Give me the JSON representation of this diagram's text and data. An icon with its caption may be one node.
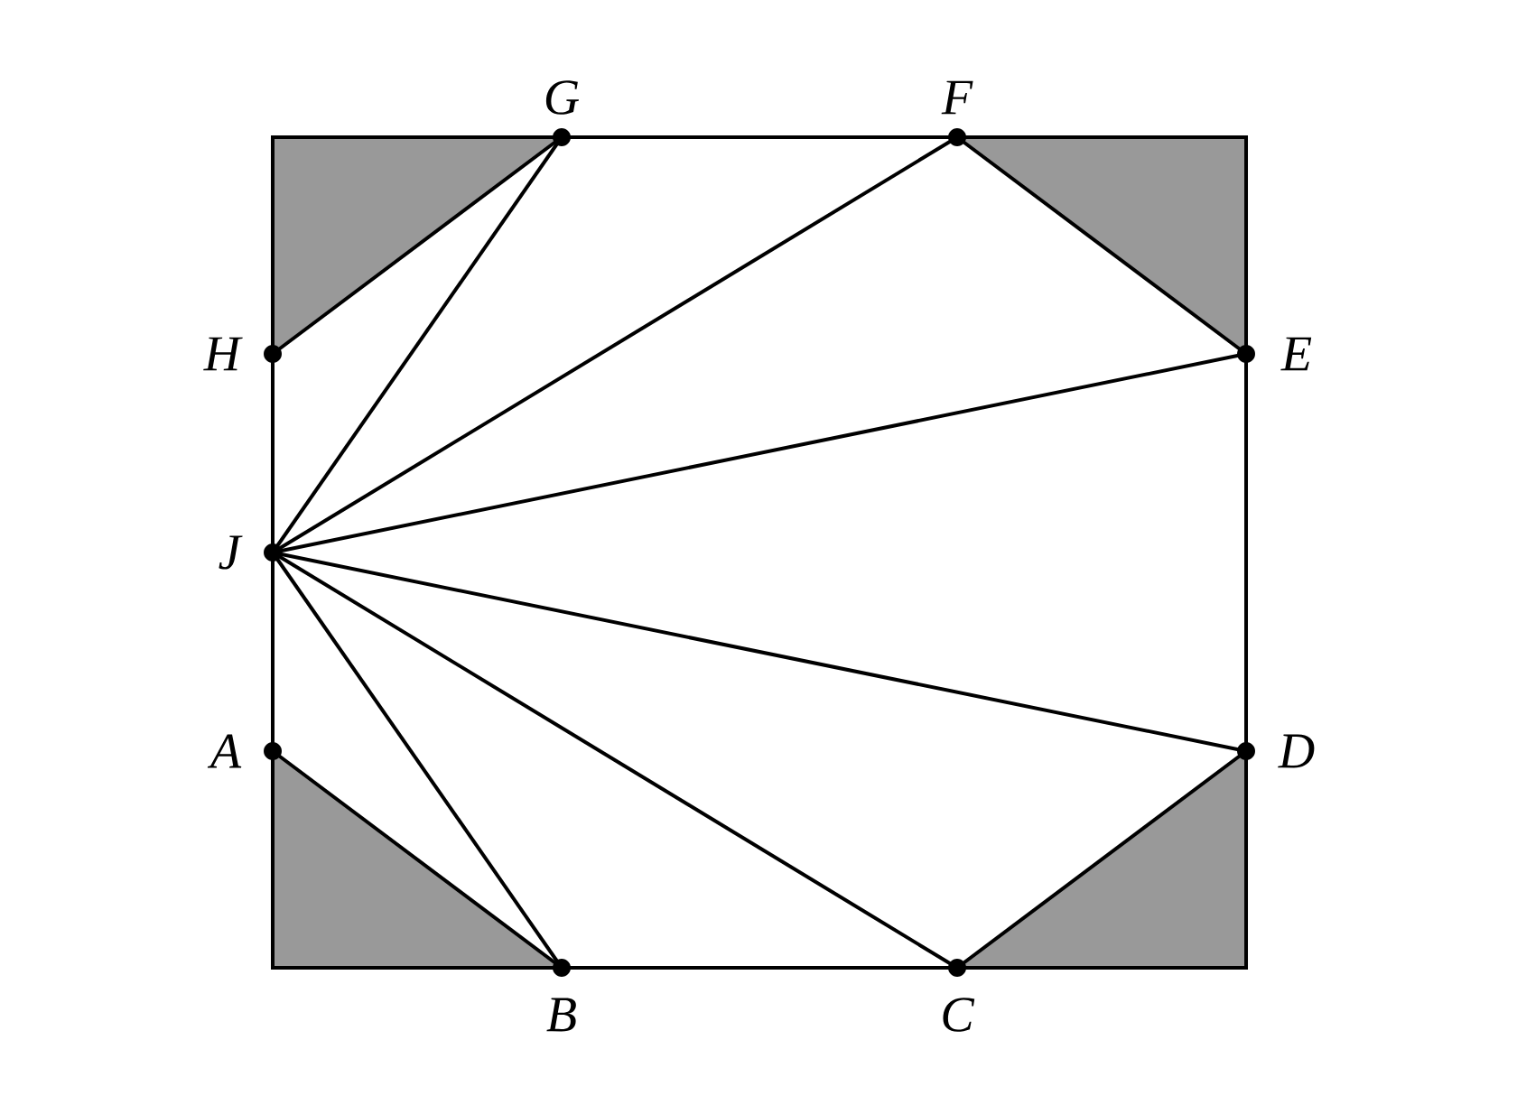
{
  "diagram": {
    "nodes": [
      {
        "text": [
          "G"
        ]
      },
      {
        "text": [
          "F"
        ]
      },
      {
        "text": [
          "H"
        ]
      },
      {
        "text": [
          "E"
        ]
      },
      {
        "text": [
          "J"
        ]
      },
      {
        "text": [
          "A"
        ]
      },
      {
        "text": [
          "D"
        ]
      },
      {
        "text": [
          "B"
        ]
      },
      {
        "text": [
          "C"
        ]
      }
    ],
    "edges": [
      {
        "from": 4,
        "to": 0,
        "arrow": "none"
      },
      {
        "from": 4,
        "to": 1,
        "arrow": "none"
      },
      {
        "from": 4,
        "to": 3,
        "arrow": "none"
      },
      {
        "from": 4,
        "to": 6,
        "arrow": "none"
      },
      {
        "from": 4,
        "to": 8,
        "arrow": "none"
      },
      {
        "from": 4,
        "to": 7,
        "arrow": "none"
      },
      {
        "from": 2,
        "to": 0,
        "arrow": "none"
      },
      {
        "from": 1,
        "to": 3,
        "arrow": "none"
      },
      {
        "from": 5,
        "to": 7,
        "arrow": "none"
      },
      {
        "from": 8,
        "to": 6,
        "arrow": "none"
      }
    ]
  }
}
